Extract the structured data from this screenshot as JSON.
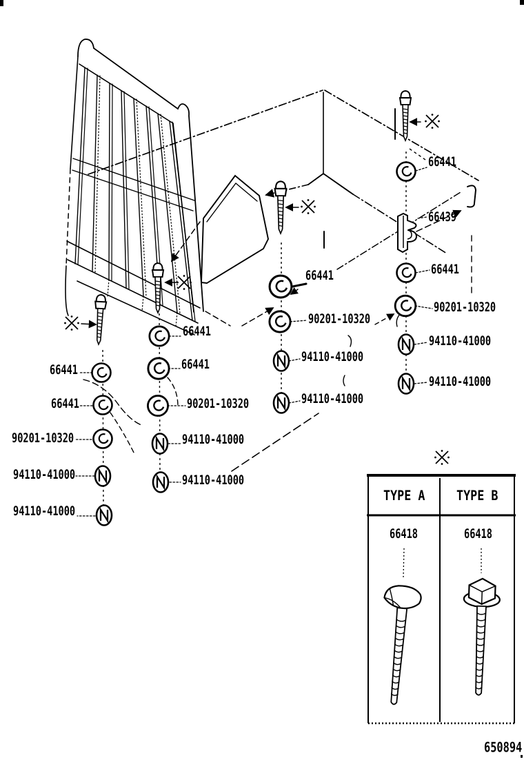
{
  "diagram": {
    "figure_code": "650894",
    "reference_mark": "※",
    "nut_symbol_letter": "N",
    "callouts": [
      {
        "part_number": "66441"
      },
      {
        "part_number": "66441"
      },
      {
        "part_number": "90201-10320"
      },
      {
        "part_number": "94110-41000"
      },
      {
        "part_number": "94110-41000"
      },
      {
        "part_number": "66441"
      },
      {
        "part_number": "66441"
      },
      {
        "part_number": "90201-10320"
      },
      {
        "part_number": "94110-41000"
      },
      {
        "part_number": "94110-41000"
      },
      {
        "part_number": "66441"
      },
      {
        "part_number": "90201-10320"
      },
      {
        "part_number": "94110-41000"
      },
      {
        "part_number": "94110-41000"
      },
      {
        "part_number": "66441"
      },
      {
        "part_number": "66439"
      },
      {
        "part_number": "66441"
      },
      {
        "part_number": "90201-10320"
      },
      {
        "part_number": "94110-41000"
      },
      {
        "part_number": "94110-41000"
      }
    ],
    "type_table": {
      "columns": [
        {
          "header": "TYPE A",
          "part_number": "66418"
        },
        {
          "header": "TYPE B",
          "part_number": "66418"
        }
      ]
    }
  }
}
